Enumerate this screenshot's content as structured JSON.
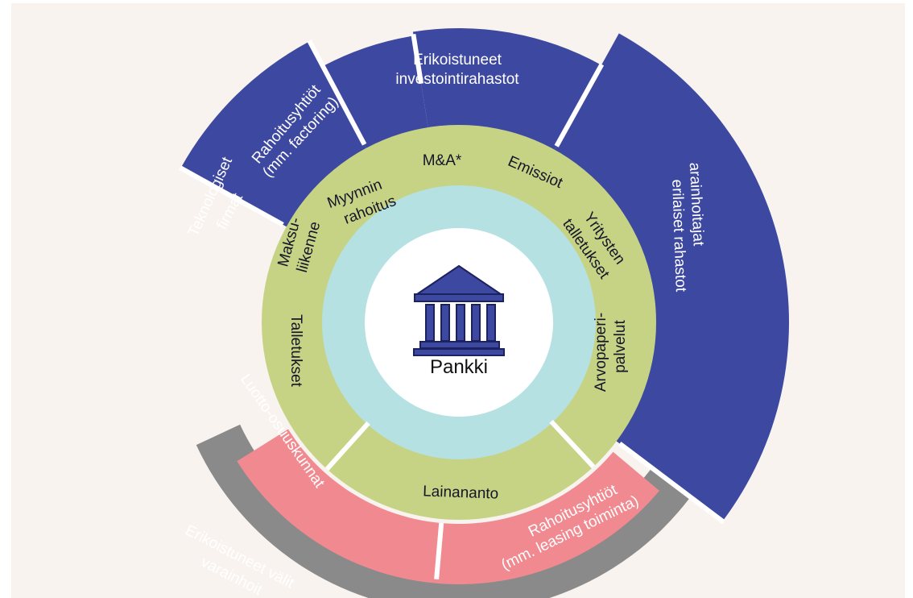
{
  "diagram": {
    "center": {
      "label": "Pankki",
      "icon": "bank-building-icon"
    },
    "inner_ring": [
      {
        "id": "ma",
        "label": "M&A*"
      },
      {
        "id": "emissiot",
        "label": "Emissiot"
      },
      {
        "id": "yritysten",
        "line1": "Yritysten",
        "line2": "talletukset"
      },
      {
        "id": "arvopaperi",
        "line1": "Arvopaperi-",
        "line2": "palvelut"
      },
      {
        "id": "lainananto",
        "label": "Lainananto"
      },
      {
        "id": "talletukset",
        "label": "Talletukset"
      },
      {
        "id": "maksu",
        "line1": "Maksu-",
        "line2": "liikenne"
      },
      {
        "id": "myynnin",
        "line1": "Myynnin",
        "line2": "rahoitus"
      }
    ],
    "outer_ring": [
      {
        "id": "erikoistuneet-rahastot",
        "line1": "Erikoistuneet",
        "line2": "investointirahastot"
      },
      {
        "id": "varainhoitajat",
        "line1": "Varainhoitajat ja",
        "line2": "erilaiset rahastot"
      },
      {
        "id": "rahoitusyhtiot-leasing",
        "line1": "Rahoitusyhtiöt",
        "line2": "(mm. leasing toiminta)"
      },
      {
        "id": "luotto",
        "label": "Luotto-osuuskunnat"
      },
      {
        "id": "teknologiset",
        "line1": "Teknologiset",
        "line2": "firmat"
      },
      {
        "id": "rahoitusyhtiot-factoring",
        "line1": "Rahoitusyhtiöt",
        "line2": "(mm. factoring)"
      }
    ],
    "bottom_arcs": [
      {
        "id": "erikoistuneet-valittajat",
        "line1": "Erikoistuneet välit",
        "line2": "varainhoit"
      }
    ]
  },
  "colors": {
    "background": "#f8f3ee",
    "outer_blue": "#3d48a0",
    "inner_green": "#c6d384",
    "light_cyan": "#b6e1e3",
    "center_white": "#ffffff",
    "pink": "#f08a90",
    "gray": "#8a8a8a",
    "separator": "#ffffff"
  }
}
